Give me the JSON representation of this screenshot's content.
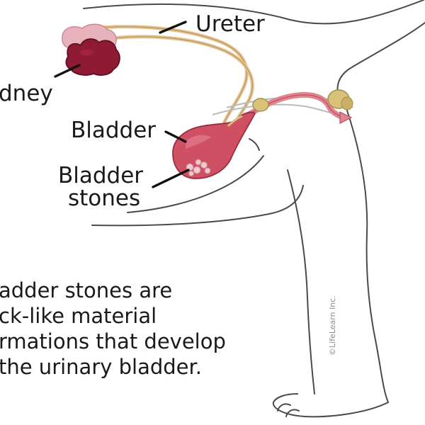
{
  "labels": {
    "kidney": "dney",
    "ureter": "Ureter",
    "bladder": "Bladder",
    "bladder_stones_line1": "Bladder",
    "bladder_stones_line2": "stones"
  },
  "caption": {
    "line1": "adder stones are",
    "line2": "ck-like material",
    "line3": "rmations that develop",
    "line4": "the urinary bladder."
  },
  "copyright": "©LifeLearn Inc.",
  "colors": {
    "kidney_dark": "#8e1a33",
    "kidney_light": "#e7b2bb",
    "bladder": "#cf4f63",
    "ureter": "#e4c596",
    "urethra": "#e1848f",
    "gland": "#d8c27a"
  }
}
